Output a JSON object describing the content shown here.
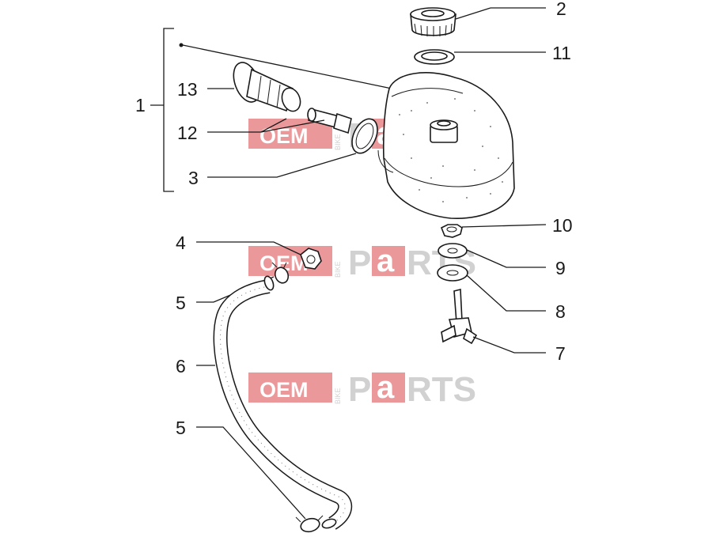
{
  "watermark": {
    "oem": "OEM",
    "bike": "BIKE",
    "p": "P",
    "a": "a",
    "rts": "RTS",
    "brand_color": "#e0363a"
  },
  "callouts": {
    "c1": "1",
    "c2": "2",
    "c3": "3",
    "c4": "4",
    "c5a": "5",
    "c5b": "5",
    "c6": "6",
    "c7": "7",
    "c8": "8",
    "c9": "9",
    "c10": "10",
    "c11": "11",
    "c12": "12",
    "c13": "13"
  },
  "parts": [
    "oil-tank",
    "filler-cap",
    "cap-gasket",
    "filler-neck",
    "tank-outlet-fitting",
    "o-ring",
    "nut",
    "hose-clip",
    "oil-hose",
    "hose-clip",
    "fuel-tap",
    "washer",
    "washer",
    "nut"
  ]
}
